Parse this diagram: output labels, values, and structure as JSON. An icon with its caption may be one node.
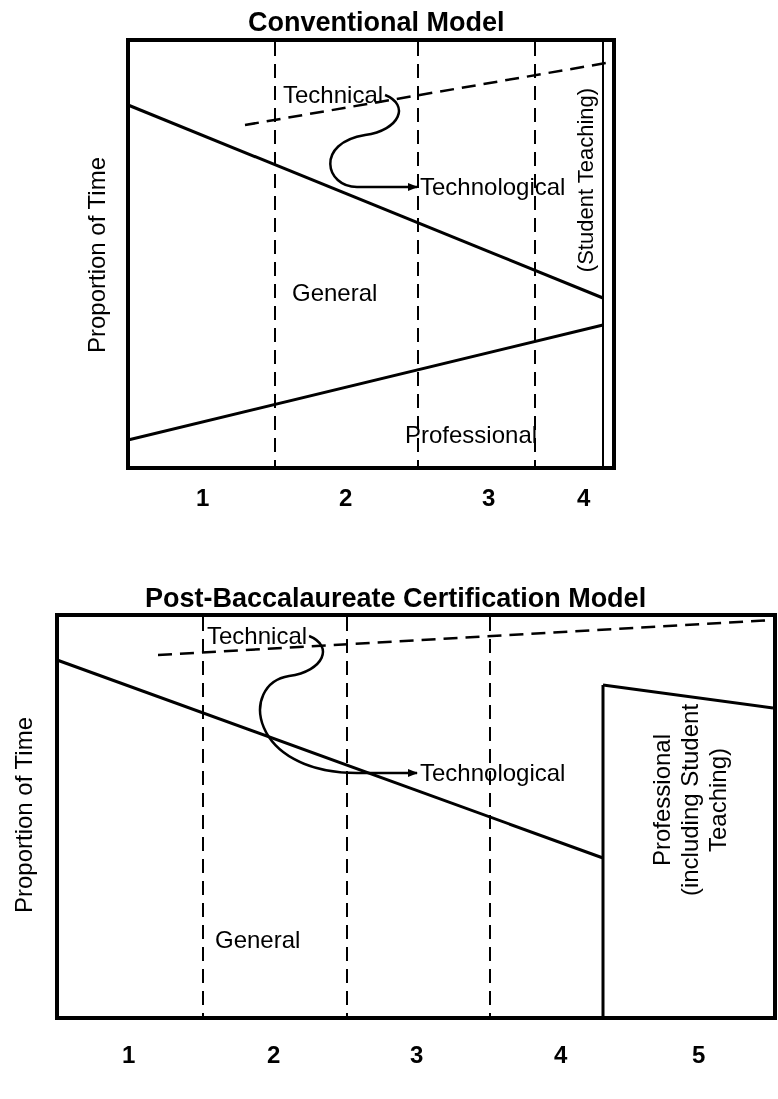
{
  "diagram": {
    "nodes": [
      {
        "text": [
          "Technical"
        ]
      },
      {
        "text": [
          "Technological"
        ]
      },
      {
        "text": [
          "Technical"
        ]
      },
      {
        "text": [
          "Technological"
        ]
      }
    ],
    "edges": [
      {
        "from": 0,
        "to": 1,
        "arrow": "to"
      },
      {
        "from": 2,
        "to": 3,
        "arrow": "to"
      }
    ],
    "labels": [
      "Conventional Model",
      "Proportion of Time",
      "General",
      "(Student Teaching)",
      "Professional",
      "1",
      "2",
      "3",
      "4",
      "Post-Baccalaureate Certification Model",
      "Proportion of Time",
      "General",
      "Professional (including Student Teaching)",
      "1",
      "2",
      "3",
      "4",
      "5"
    ]
  }
}
